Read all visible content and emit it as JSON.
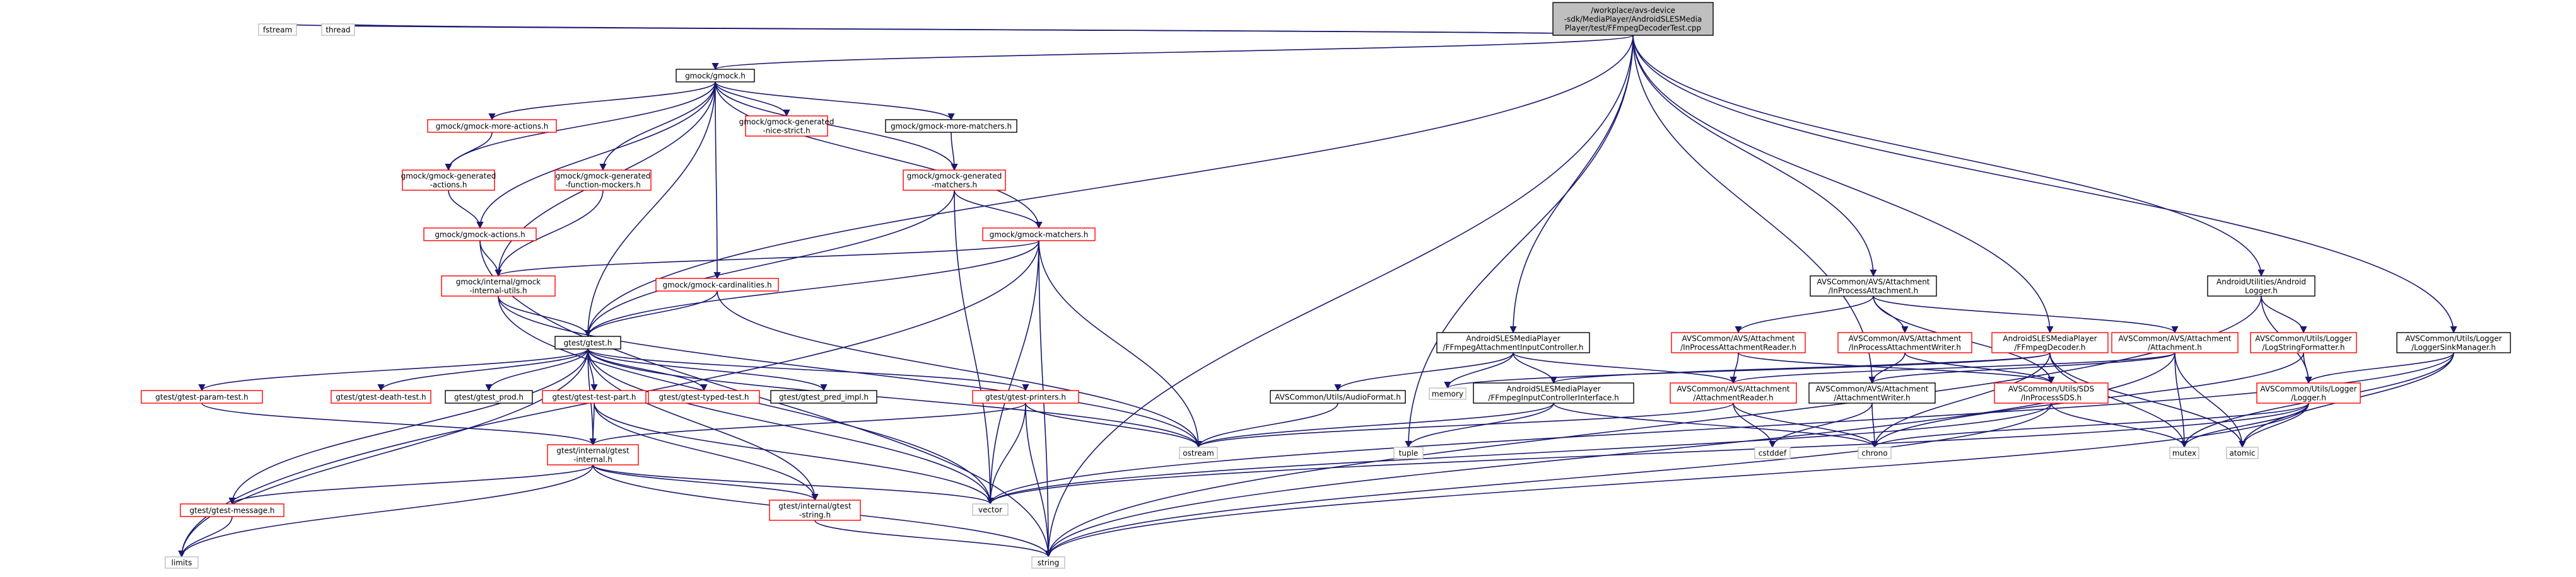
{
  "colors": {
    "edge": "#191970",
    "root_fill": "#bfbfbf",
    "root_border": "#000000",
    "black_border": "#000000",
    "red_border": "#ff0000",
    "gray_border": "#bfbfbf",
    "node_fill": "#ffffff"
  },
  "nodes": [
    {
      "id": "root",
      "lines": [
        "/workplace/avs-device",
        "-sdk/MediaPlayer/AndroidSLESMedia",
        "Player/test/FFmpegDecoderTest.cpp"
      ],
      "style": "root"
    },
    {
      "id": "fstream",
      "lines": [
        "fstream"
      ],
      "style": "gray"
    },
    {
      "id": "thread",
      "lines": [
        "thread"
      ],
      "style": "gray"
    },
    {
      "id": "gmock",
      "lines": [
        "gmock/gmock.h"
      ],
      "style": "black"
    },
    {
      "id": "gmore_actions",
      "lines": [
        "gmock/gmock-more-actions.h"
      ],
      "style": "red"
    },
    {
      "id": "ggen_nice",
      "lines": [
        "gmock/gmock-generated",
        "-nice-strict.h"
      ],
      "style": "red"
    },
    {
      "id": "gmore_matchers",
      "lines": [
        "gmock/gmock-more-matchers.h"
      ],
      "style": "black"
    },
    {
      "id": "ggen_actions",
      "lines": [
        "gmock/gmock-generated",
        "-actions.h"
      ],
      "style": "red"
    },
    {
      "id": "ggen_func",
      "lines": [
        "gmock/gmock-generated",
        "-function-mockers.h"
      ],
      "style": "red"
    },
    {
      "id": "ggen_matchers",
      "lines": [
        "gmock/gmock-generated",
        "-matchers.h"
      ],
      "style": "red"
    },
    {
      "id": "gactions",
      "lines": [
        "gmock/gmock-actions.h"
      ],
      "style": "red"
    },
    {
      "id": "gmatchers",
      "lines": [
        "gmock/gmock-matchers.h"
      ],
      "style": "red"
    },
    {
      "id": "ginternal_utils",
      "lines": [
        "gmock/internal/gmock",
        "-internal-utils.h"
      ],
      "style": "red"
    },
    {
      "id": "gcard",
      "lines": [
        "gmock/gmock-cardinalities.h"
      ],
      "style": "red"
    },
    {
      "id": "gtest",
      "lines": [
        "gtest/gtest.h"
      ],
      "style": "black"
    },
    {
      "id": "gparam",
      "lines": [
        "gtest/gtest-param-test.h"
      ],
      "style": "red"
    },
    {
      "id": "gdeath",
      "lines": [
        "gtest/gtest-death-test.h"
      ],
      "style": "red"
    },
    {
      "id": "gprod",
      "lines": [
        "gtest/gtest_prod.h"
      ],
      "style": "black"
    },
    {
      "id": "gtestpart",
      "lines": [
        "gtest/gtest-test-part.h"
      ],
      "style": "red"
    },
    {
      "id": "gtyped",
      "lines": [
        "gtest/gtest-typed-test.h"
      ],
      "style": "red"
    },
    {
      "id": "gpredimpl",
      "lines": [
        "gtest/gtest_pred_impl.h"
      ],
      "style": "black"
    },
    {
      "id": "gprinters",
      "lines": [
        "gtest/gtest-printers.h"
      ],
      "style": "red"
    },
    {
      "id": "ginternal",
      "lines": [
        "gtest/internal/gtest",
        "-internal.h"
      ],
      "style": "red"
    },
    {
      "id": "gmessage",
      "lines": [
        "gtest/gtest-message.h"
      ],
      "style": "red"
    },
    {
      "id": "gstring",
      "lines": [
        "gtest/internal/gtest",
        "-string.h"
      ],
      "style": "red"
    },
    {
      "id": "limits",
      "lines": [
        "limits"
      ],
      "style": "gray"
    },
    {
      "id": "string",
      "lines": [
        "string"
      ],
      "style": "gray"
    },
    {
      "id": "vector",
      "lines": [
        "vector"
      ],
      "style": "gray"
    },
    {
      "id": "ostream",
      "lines": [
        "ostream"
      ],
      "style": "gray"
    },
    {
      "id": "tuple",
      "lines": [
        "tuple"
      ],
      "style": "gray"
    },
    {
      "id": "memory",
      "lines": [
        "memory"
      ],
      "style": "gray"
    },
    {
      "id": "ffattach",
      "lines": [
        "AndroidSLESMediaPlayer",
        "/FFmpegAttachmentInputController.h"
      ],
      "style": "black"
    },
    {
      "id": "audioformat",
      "lines": [
        "AVSCommon/Utils/AudioFormat.h"
      ],
      "style": "black"
    },
    {
      "id": "ffinputif",
      "lines": [
        "AndroidSLESMediaPlayer",
        "/FFmpegInputControllerInterface.h"
      ],
      "style": "black"
    },
    {
      "id": "inprocattach",
      "lines": [
        "AVSCommon/AVS/Attachment",
        "/InProcessAttachment.h"
      ],
      "style": "black"
    },
    {
      "id": "ipareader",
      "lines": [
        "AVSCommon/AVS/Attachment",
        "/InProcessAttachmentReader.h"
      ],
      "style": "red"
    },
    {
      "id": "ipawriter",
      "lines": [
        "AVSCommon/AVS/Attachment",
        "/InProcessAttachmentWriter.h"
      ],
      "style": "red"
    },
    {
      "id": "attachreader",
      "lines": [
        "AVSCommon/AVS/Attachment",
        "/AttachmentReader.h"
      ],
      "style": "red"
    },
    {
      "id": "attachwriter",
      "lines": [
        "AVSCommon/AVS/Attachment",
        "/AttachmentWriter.h"
      ],
      "style": "black"
    },
    {
      "id": "ffdecoder",
      "lines": [
        "AndroidSLESMediaPlayer",
        "/FFmpegDecoder.h"
      ],
      "style": "red"
    },
    {
      "id": "attachment",
      "lines": [
        "AVSCommon/AVS/Attachment",
        "/Attachment.h"
      ],
      "style": "red"
    },
    {
      "id": "sds",
      "lines": [
        "AVSCommon/Utils/SDS",
        "/InProcessSDS.h"
      ],
      "style": "red"
    },
    {
      "id": "cstddef",
      "lines": [
        "cstddef"
      ],
      "style": "gray"
    },
    {
      "id": "chrono",
      "lines": [
        "chrono"
      ],
      "style": "gray"
    },
    {
      "id": "mutex",
      "lines": [
        "mutex"
      ],
      "style": "gray"
    },
    {
      "id": "atomic",
      "lines": [
        "atomic"
      ],
      "style": "gray"
    },
    {
      "id": "androidlogger",
      "lines": [
        "AndroidUtilities/Android",
        "Logger.h"
      ],
      "style": "black"
    },
    {
      "id": "logstring",
      "lines": [
        "AVSCommon/Utils/Logger",
        "/LogStringFormatter.h"
      ],
      "style": "red"
    },
    {
      "id": "logger",
      "lines": [
        "AVSCommon/Utils/Logger",
        "/Logger.h"
      ],
      "style": "red"
    },
    {
      "id": "loggersink",
      "lines": [
        "AVSCommon/Utils/Logger",
        "/LoggerSinkManager.h"
      ],
      "style": "black"
    }
  ]
}
